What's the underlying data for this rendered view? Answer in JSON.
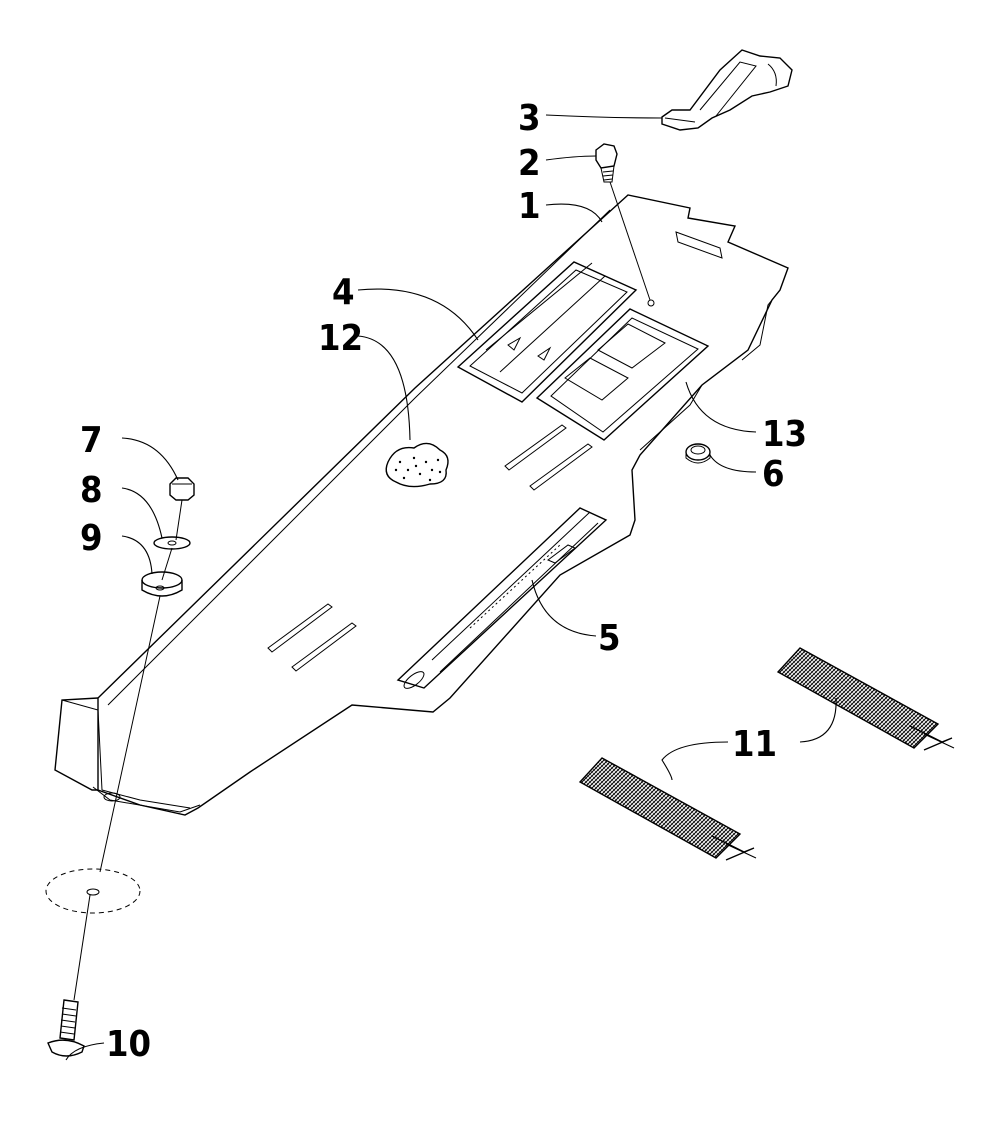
{
  "diagram": {
    "callouts": [
      "1",
      "2",
      "3",
      "4",
      "5",
      "6",
      "7",
      "8",
      "9",
      "10",
      "11",
      "12",
      "13"
    ],
    "parts": [
      {
        "id": "1",
        "name": "skid-plate"
      },
      {
        "id": "2",
        "name": "bolt"
      },
      {
        "id": "3",
        "name": "bracket"
      },
      {
        "id": "4",
        "name": "decal"
      },
      {
        "id": "5",
        "name": "decal"
      },
      {
        "id": "6",
        "name": "grommet"
      },
      {
        "id": "7",
        "name": "nut"
      },
      {
        "id": "8",
        "name": "washer"
      },
      {
        "id": "9",
        "name": "spacer"
      },
      {
        "id": "10",
        "name": "screw"
      },
      {
        "id": "11",
        "name": "hook-and-loop-strip"
      },
      {
        "id": "12",
        "name": "adhesive"
      },
      {
        "id": "13",
        "name": "decal"
      }
    ]
  },
  "colors": {
    "line": "#000000",
    "background": "#ffffff",
    "fill": "#ffffff"
  }
}
